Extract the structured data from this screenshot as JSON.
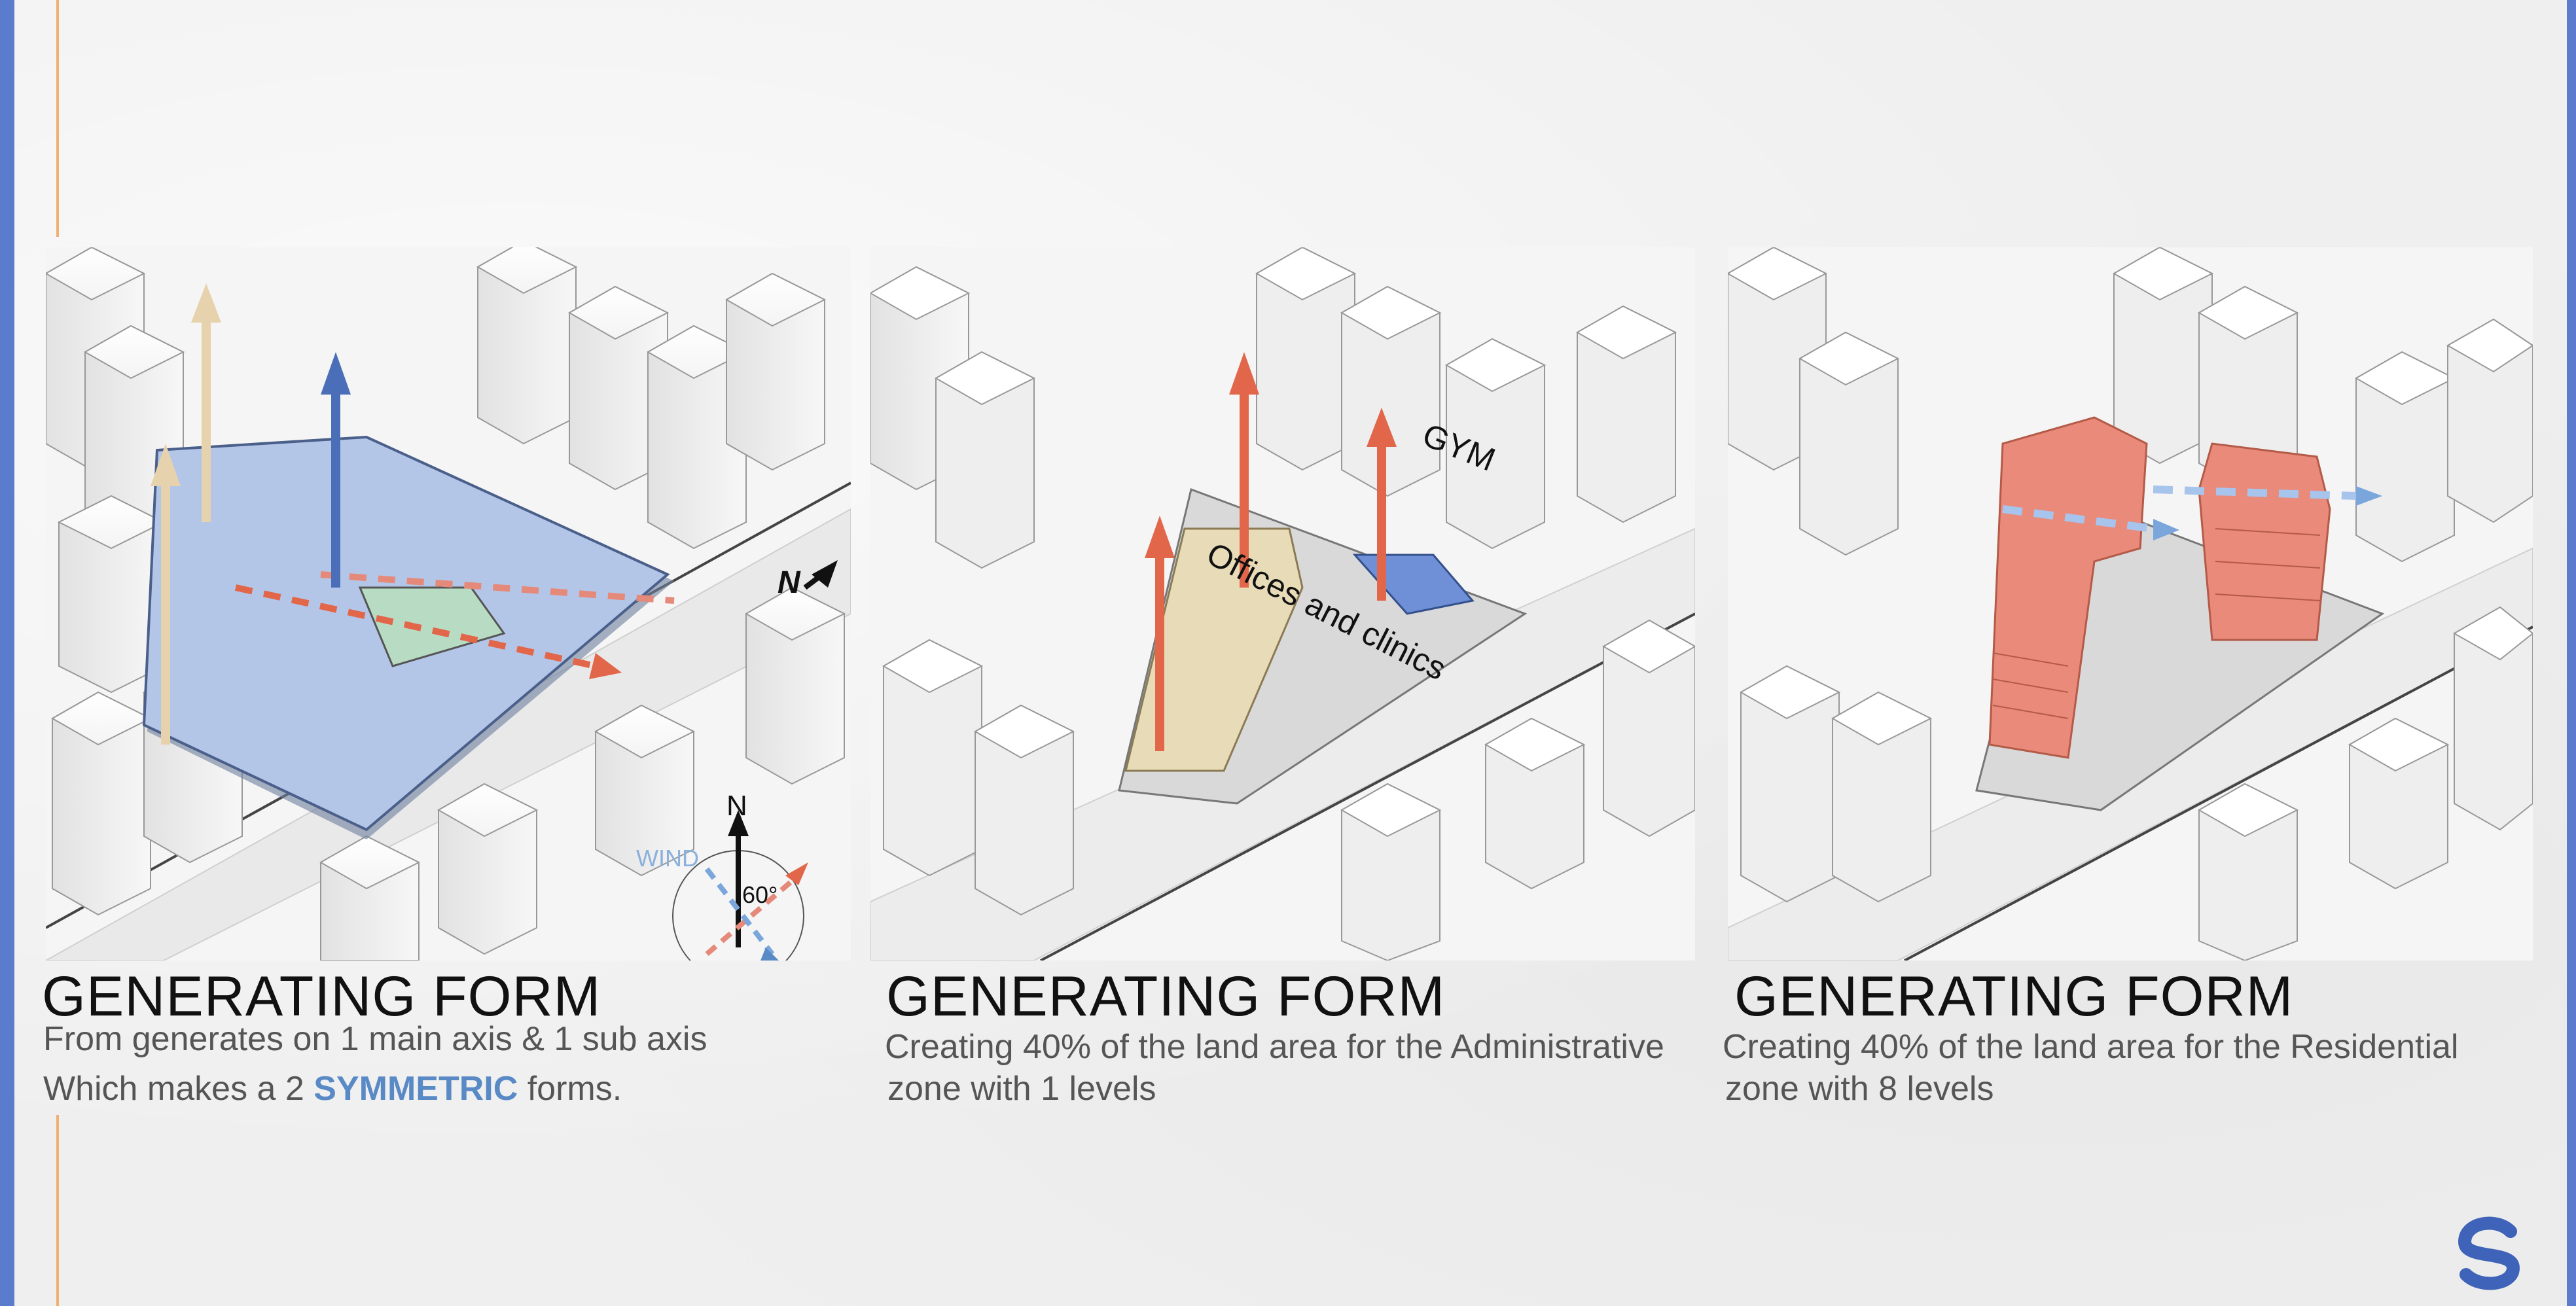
{
  "panels": [
    {
      "title": "GENERATING FORM",
      "line1": "From generates on 1 main axis & 1 sub axis",
      "line2_pre": "Which makes a 2 ",
      "line2_highlight": "SYMMETRIC",
      "line2_post": " forms.",
      "north_label": "N",
      "compass_north": "N",
      "wind_label": "WIND",
      "angle_label": "60°"
    },
    {
      "title": "GENERATING FORM",
      "line1": "Creating 40% of the land area for the Administrative",
      "line2": "zone with 1 levels",
      "label_gym": "GYM",
      "label_offices": "Offices and clinics"
    },
    {
      "title": "GENERATING FORM",
      "line1": "Creating 40% of the land area for the Residential",
      "line2": "zone with 8 levels"
    }
  ],
  "colors": {
    "frame_blue": "#5b7ccc",
    "accent_orange": "#f0b070",
    "site_blue": "#a9bfe6",
    "admin_beige": "#e8dcb8",
    "gym_blue": "#6f8fd6",
    "residential_red": "#e98a7a",
    "arrow_red": "#e2664a",
    "arrow_beige": "#e6d3ad",
    "arrow_blue": "#4a6fb8",
    "highlight_text": "#5a8ac6"
  },
  "icons": [
    "north-arrow-icon",
    "compass-icon",
    "logo-icon"
  ]
}
